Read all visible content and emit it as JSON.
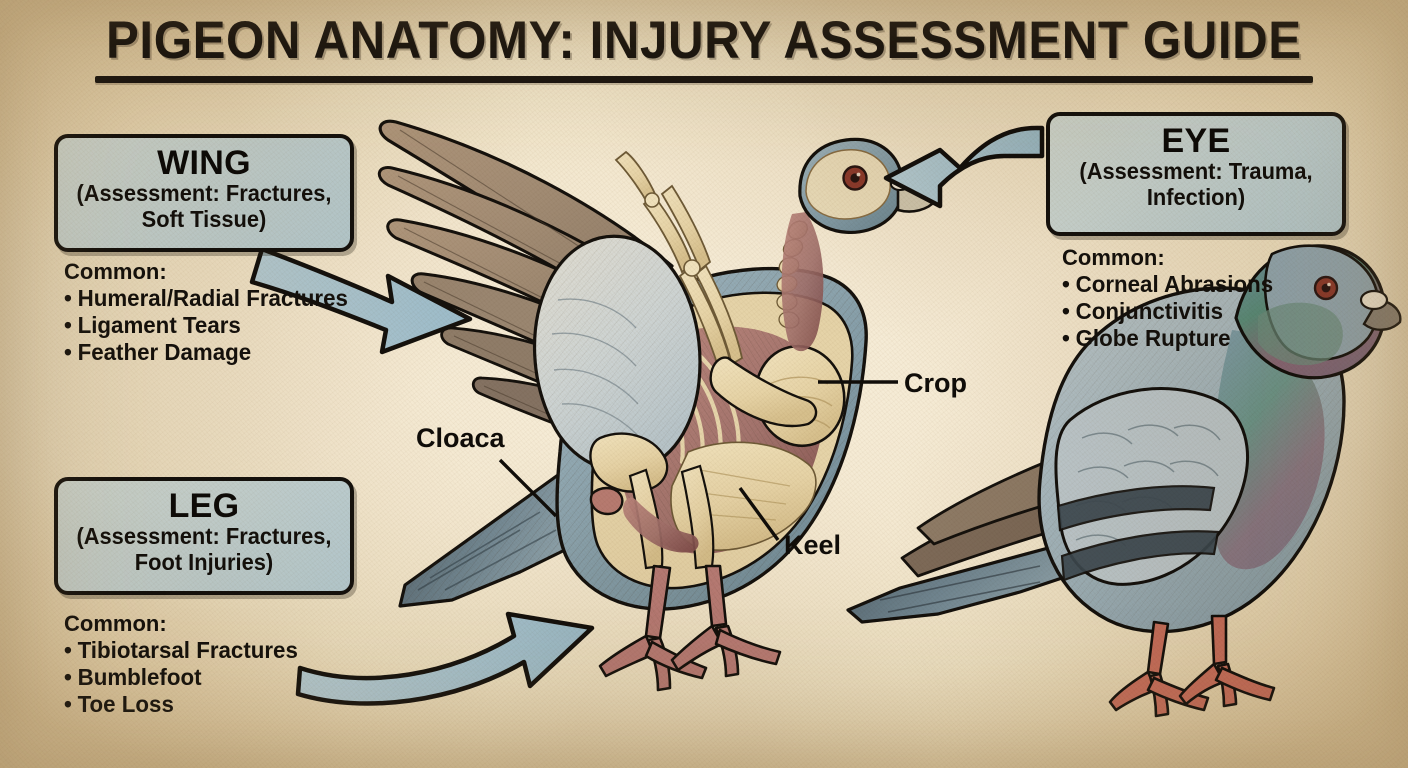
{
  "poster": {
    "title": "PIGEON ANATOMY: INJURY ASSESSMENT GUIDE",
    "background_color": "#f3e8d0",
    "accent_color": "#a7c3ce",
    "ink_color": "#15110c"
  },
  "callouts": [
    {
      "id": "wing",
      "title": "WING",
      "subtitle_line1": "(Assessment: Fractures,",
      "subtitle_line2": "Soft Tissue)",
      "common_header": "Common:",
      "items": [
        "Humeral/Radial Fractures",
        "Ligament Tears",
        "Feather Damage"
      ],
      "arrow": "curved-arrow-right-down"
    },
    {
      "id": "leg",
      "title": "LEG",
      "subtitle_line1": "(Assessment: Fractures,",
      "subtitle_line2": "Foot Injuries)",
      "common_header": "Common:",
      "items": [
        "Tibiotarsal Fractures",
        "Bumblefoot",
        "Toe Loss"
      ],
      "arrow": "curved-arrow-right-up"
    },
    {
      "id": "eye",
      "title": "EYE",
      "subtitle_line1": "(Assessment: Trauma,",
      "subtitle_line2": "Infection)",
      "common_header": "Common:",
      "items": [
        "Corneal Abrasions",
        "Conjunctivitis",
        "Globe Rupture"
      ],
      "arrow": "curved-arrow-left"
    }
  ],
  "anatomy_labels": [
    {
      "id": "crop",
      "text": "Crop"
    },
    {
      "id": "cloaca",
      "text": "Cloaca"
    },
    {
      "id": "keel",
      "text": "Keel"
    }
  ],
  "figures": [
    {
      "id": "cutaway-pigeon",
      "name": "anatomical-cutaway-pigeon-with-raised-wing"
    },
    {
      "id": "intact-pigeon",
      "name": "intact-rock-pigeon-side-view"
    }
  ],
  "palette": {
    "bone": "#ead7ab",
    "muscle": "#b37d74",
    "muscle_dark": "#7d4a48",
    "plumage_blue": "#8fa7b4",
    "plumage_grey": "#b6c3c9",
    "wing_brown": "#9b8268",
    "foot_pink": "#b97d77",
    "foot_coral": "#c8715e",
    "iridescent_green": "#5e8f7c",
    "iridescent_purple": "#8c6a78",
    "eye_red": "#8d3b2c",
    "beak_cream": "#e3dcc8"
  }
}
